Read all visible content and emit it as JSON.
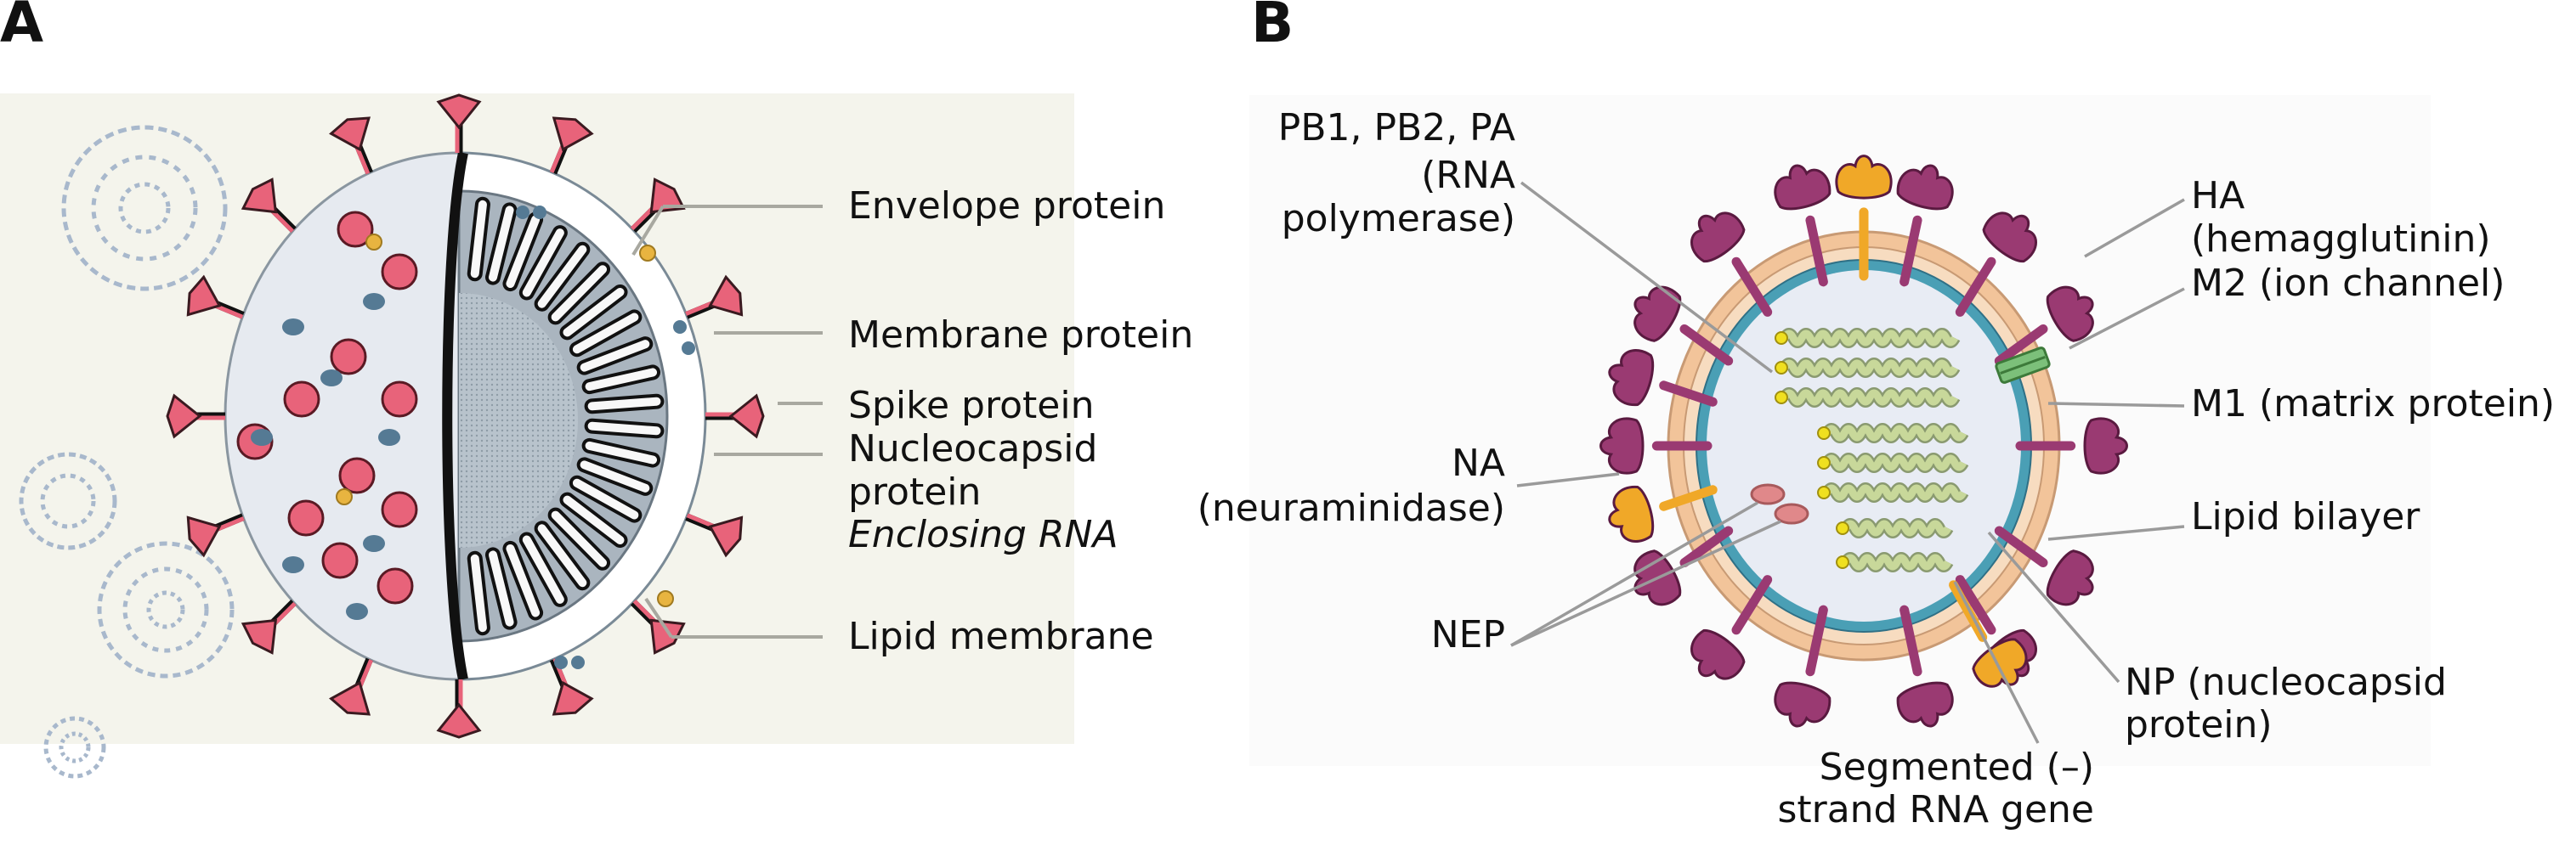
{
  "panels": {
    "a": {
      "letter": "A",
      "labels": {
        "envelope": "Envelope protein",
        "membrane": "Membrane protein",
        "spike": "Spike protein",
        "nucleocapsid_1": "Nucleocapsid",
        "nucleocapsid_2": "protein",
        "nucleocapsid_3": "Enclosing RNA",
        "lipid": "Lipid membrane"
      },
      "colors": {
        "background": "#f4f4ec",
        "spike": "#e8637a",
        "membrane_dot": "#557a94",
        "envelope_dot": "#e8b440",
        "surface": "#e6eaf0",
        "core": "#a9b4be",
        "leader": "#a8a8a0"
      }
    },
    "b": {
      "letter": "B",
      "labels": {
        "polymerase_1": "PB1, PB2, PA",
        "polymerase_2": "(RNA",
        "polymerase_3": "polymerase)",
        "ha_1": "HA",
        "ha_2": "(hemagglutinin)",
        "m2": "M2 (ion channel)",
        "m1": "M1 (matrix protein)",
        "na_1": "NA",
        "na_2": "(neuraminidase)",
        "lipid": "Lipid bilayer",
        "nep": "NEP",
        "np_1": "NP (nucleocapsid",
        "np_2": "protein)",
        "rna_1": "Segmented (–)",
        "rna_2": "strand RNA gene"
      },
      "colors": {
        "background": "#fbfbfb",
        "ha": "#9a3a72",
        "na": "#f0a828",
        "lipid": "#f2c49a",
        "matrix": "#4a9fb5",
        "m2": "#7cc07a",
        "interior": "#e8ecf4",
        "rna": "#c8d89a",
        "rna_cap": "#f0e020",
        "nep": "#e0888a",
        "leader": "#9a9a9a"
      }
    }
  }
}
